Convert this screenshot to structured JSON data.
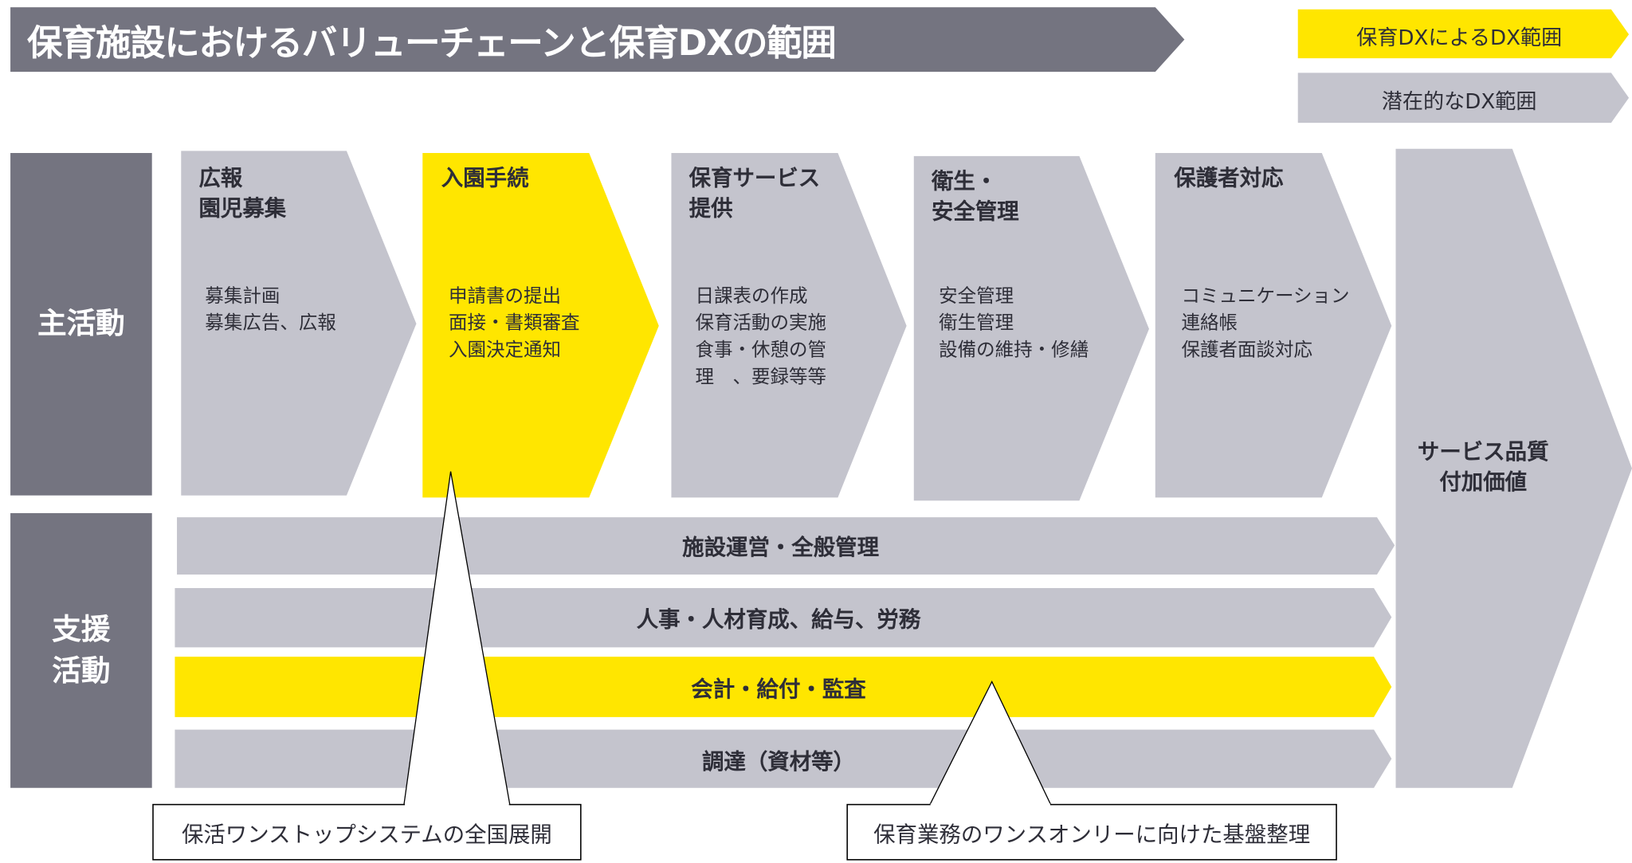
{
  "title": "保育施設におけるバリューチェーンと保育DXの範囲",
  "legend": {
    "dx_scope": "保育DXによるDX範囲",
    "potential_scope": "潜在的なDX範囲"
  },
  "colors": {
    "dark": "#747480",
    "gray": "#c4c4cd",
    "yellow": "#ffe600",
    "text": "#2e2e38"
  },
  "primary": {
    "label": "主活動",
    "steps": [
      {
        "heading": [
          "広報",
          "園児募集"
        ],
        "items": [
          "募集計画",
          "募集広告、広報"
        ],
        "highlight": false
      },
      {
        "heading": [
          "入園手続"
        ],
        "items": [
          "申請書の提出",
          "面接・書類審査",
          "入園決定通知"
        ],
        "highlight": true
      },
      {
        "heading": [
          "保育サービス",
          "提供"
        ],
        "items": [
          "日課表の作成",
          "保育活動の実施",
          "食事・休憩の管",
          "理　、要録等等"
        ],
        "highlight": false
      },
      {
        "heading": [
          "衛生・",
          "安全管理"
        ],
        "items": [
          "安全管理",
          "衛生管理",
          "設備の維持・修繕"
        ],
        "highlight": false
      },
      {
        "heading": [
          "保護者対応"
        ],
        "items": [
          "コミュニケーション",
          "連絡帳",
          "保護者面談対応"
        ],
        "highlight": false
      }
    ]
  },
  "support": {
    "label": [
      "支援",
      "活動"
    ],
    "bars": [
      {
        "label": "施設運営・全般管理",
        "highlight": false
      },
      {
        "label": "人事・人材育成、給与、労務",
        "highlight": false
      },
      {
        "label": "会計・給付・監査",
        "highlight": true
      },
      {
        "label": "調達（資材等）",
        "highlight": false
      }
    ]
  },
  "outcome": [
    "サービス品質",
    "付加価値"
  ],
  "callouts": [
    "保活ワンストップシステムの全国展開",
    "保育業務のワンスオンリーに向けた基盤整理"
  ]
}
